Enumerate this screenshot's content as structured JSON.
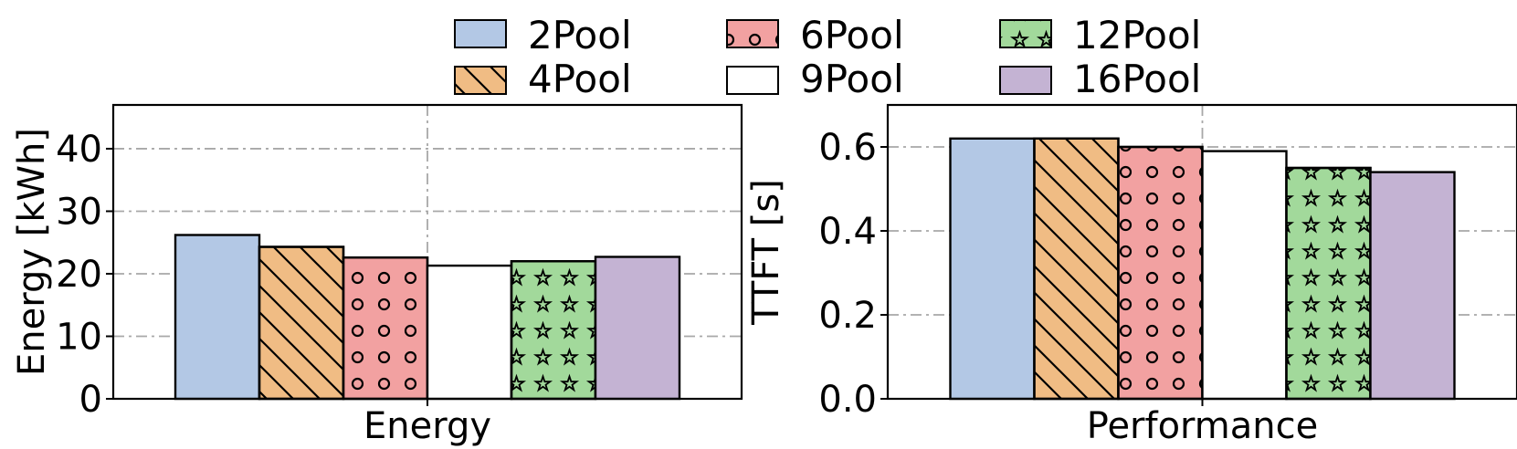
{
  "legend": {
    "placement": "top-center",
    "items": [
      {
        "label": "2Pool",
        "color": "#b3c8e5",
        "pattern": "none"
      },
      {
        "label": "4Pool",
        "color": "#f0bc84",
        "pattern": "diagonal"
      },
      {
        "label": "6Pool",
        "color": "#f2a1a1",
        "pattern": "circles"
      },
      {
        "label": "9Pool",
        "color": "#ffffff",
        "pattern": "none"
      },
      {
        "label": "12Pool",
        "color": "#a2d99b",
        "pattern": "stars"
      },
      {
        "label": "16Pool",
        "color": "#c4b3d3",
        "pattern": "none"
      }
    ]
  },
  "chart_data": [
    {
      "type": "bar",
      "categories": [
        "Energy"
      ],
      "xlabel": "Energy",
      "ylabel": "Energy [kWh]",
      "ylim": [
        0,
        47
      ],
      "yticks": [
        "0",
        "10",
        "20",
        "30",
        "40"
      ],
      "ytick_values": [
        0,
        10,
        20,
        30,
        40
      ],
      "grid": true,
      "series": [
        {
          "name": "2Pool",
          "values": [
            26.2
          ]
        },
        {
          "name": "4Pool",
          "values": [
            24.3
          ]
        },
        {
          "name": "6Pool",
          "values": [
            22.6
          ]
        },
        {
          "name": "9Pool",
          "values": [
            21.3
          ]
        },
        {
          "name": "12Pool",
          "values": [
            22.0
          ]
        },
        {
          "name": "16Pool",
          "values": [
            22.7
          ]
        }
      ]
    },
    {
      "type": "bar",
      "categories": [
        "Performance"
      ],
      "xlabel": "Performance",
      "ylabel": "TTFT [s]",
      "ylim": [
        0,
        0.7
      ],
      "yticks": [
        "0.0",
        "0.2",
        "0.4",
        "0.6"
      ],
      "ytick_values": [
        0,
        0.2,
        0.4,
        0.6
      ],
      "grid": true,
      "series": [
        {
          "name": "2Pool",
          "values": [
            0.62
          ]
        },
        {
          "name": "4Pool",
          "values": [
            0.62
          ]
        },
        {
          "name": "6Pool",
          "values": [
            0.6
          ]
        },
        {
          "name": "9Pool",
          "values": [
            0.59
          ]
        },
        {
          "name": "12Pool",
          "values": [
            0.55
          ]
        },
        {
          "name": "16Pool",
          "values": [
            0.54
          ]
        }
      ]
    }
  ]
}
